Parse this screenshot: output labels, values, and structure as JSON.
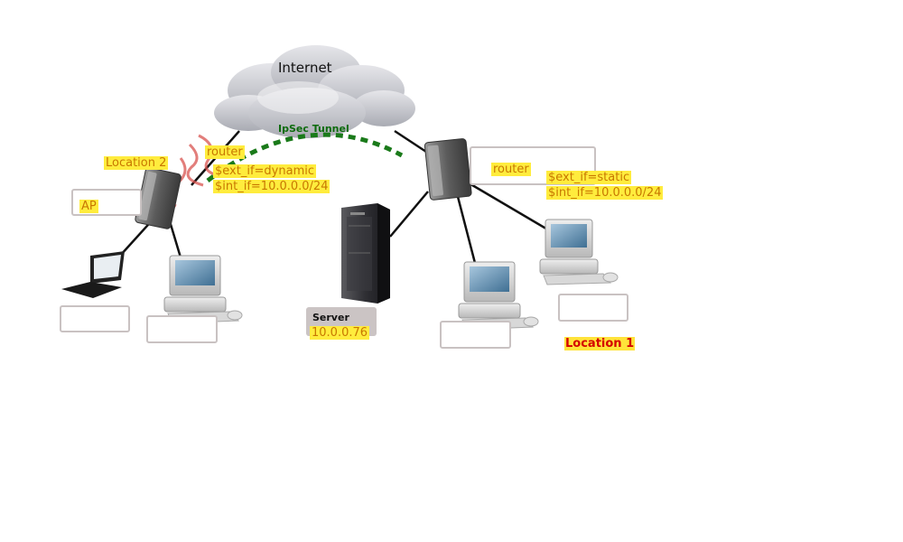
{
  "internet": {
    "label": "Internet"
  },
  "tunnel": {
    "label": "IpSec Tunnel"
  },
  "location2": {
    "label": "Location 2",
    "router_label": "router",
    "ext_if": "$ext_if=dynamic",
    "int_if": "$int_if=10.0.0.0/24",
    "ap_label": "AP"
  },
  "location1": {
    "label": "Location 1",
    "router_label": "router",
    "ext_if": "$ext_if=static",
    "int_if": "$int_if=10.0.0.0/24"
  },
  "server": {
    "title": "Server",
    "ip": "10.0.0.76"
  },
  "colors": {
    "tunnel": "#1a7a1a",
    "highlight": "#ffec3d",
    "highlight_text": "#c87800",
    "location1_text": "#d40000",
    "wifi_waves": "#d9534f"
  },
  "icons": [
    "cloud-icon",
    "router-icon",
    "laptop-icon",
    "desktop-icon",
    "server-rack-icon",
    "wifi-waves-icon"
  ]
}
